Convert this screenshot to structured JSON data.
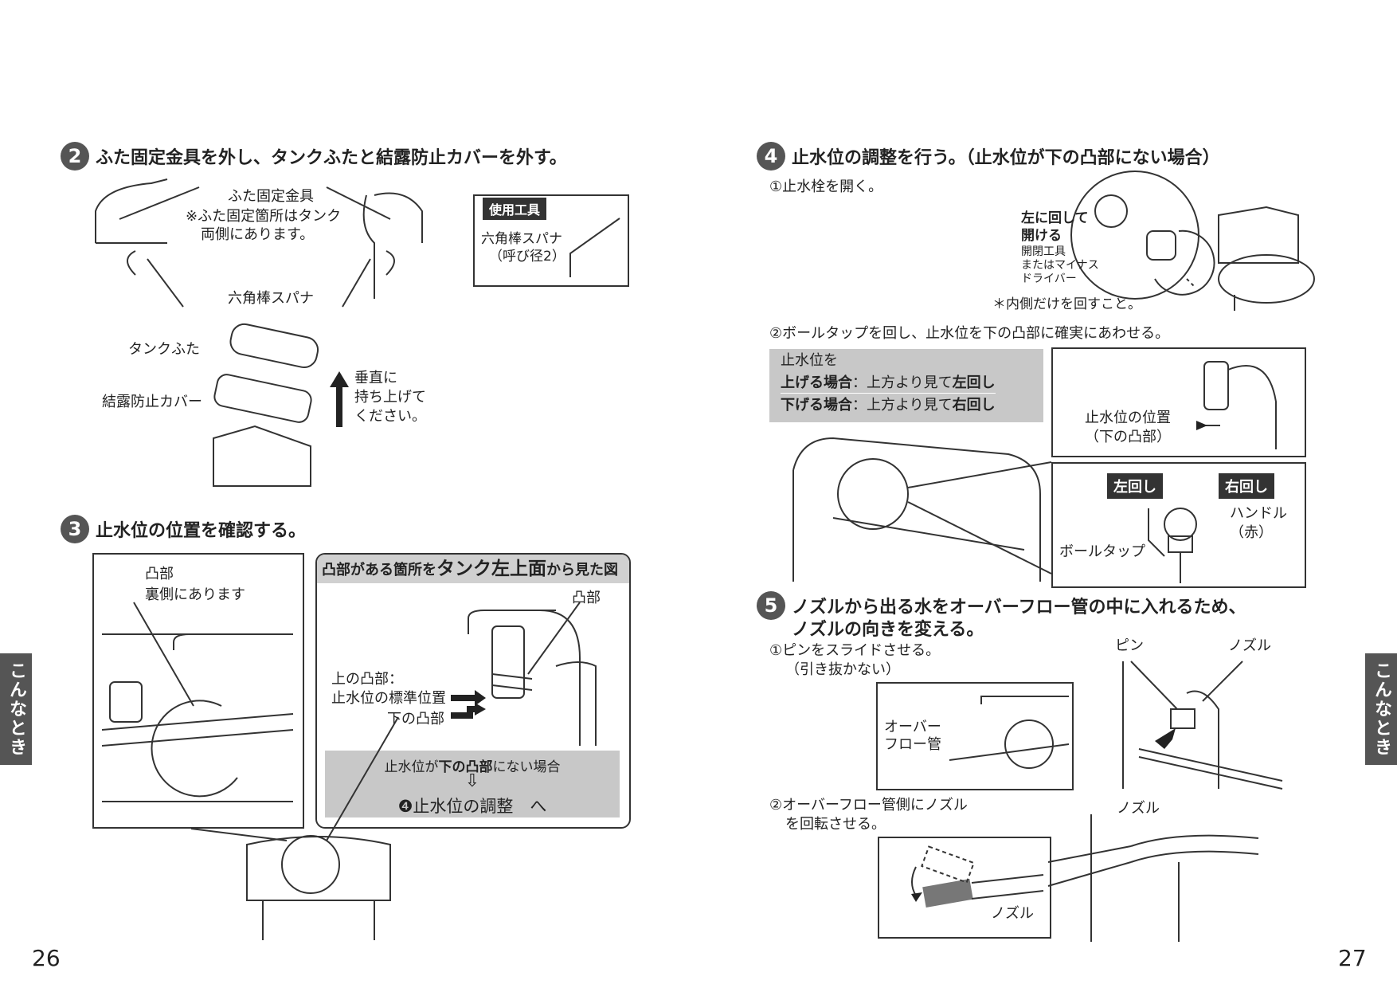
{
  "left_page": {
    "page_number": "26",
    "side_tab": "こんなときは",
    "step2": {
      "num": "2",
      "title": "ふた固定金具を外し、タンクふたと結露防止カバーを外す。",
      "label_fixture": "ふた固定金具",
      "label_note1": "※ふた固定箇所はタンク",
      "label_note2": "両側にあります。",
      "label_wrench": "六角棒スパナ",
      "tool_box_title": "使用工具",
      "tool_name1": "六角棒スパナ",
      "tool_name2": "（呼び径2）",
      "label_lid": "タンクふた",
      "label_cover": "結露防止カバー",
      "lift1": "垂直に",
      "lift2": "持ち上げて",
      "lift3": "ください。"
    },
    "step3": {
      "num": "3",
      "title": "止水位の位置を確認する。",
      "label_bump": "凸部",
      "label_back": "裏側にあります",
      "view_title_a": "凸部がある箇所を",
      "view_title_b": "タンク左上面",
      "view_title_c": "から見た図",
      "view_bump": "凸部",
      "upper1": "上の凸部：",
      "upper2": "止水位の標準位置",
      "lower": "下の凸部",
      "cond_a": "止水位が",
      "cond_b": "下の凸部",
      "cond_c": "にない場合",
      "arrow": "⇩",
      "go_num": "❹",
      "go_text": "止水位の調整　へ"
    }
  },
  "right_page": {
    "page_number": "27",
    "side_tab": "こんなときは",
    "step4": {
      "num": "4",
      "title": "止水位の調整を行う。（止水位が下の凸部にない場合）",
      "sub1": "①止水栓を開く。",
      "turn1": "左に回して",
      "turn2": "開ける",
      "tool1": "開閉工具",
      "tool2": "またはマイナス",
      "tool3": "ドライバー",
      "note": "＊内側だけを回すこと。",
      "sub2": "②ボールタップを回し、止水位を下の凸部に確実にあわせる。",
      "grey_l1": "止水位を",
      "grey_l2a": "上げる場合",
      "grey_l2b": "：上方より見て",
      "grey_l2c": "左回し",
      "grey_l3a": "下げる場合",
      "grey_l3b": "：上方より見て",
      "grey_l3c": "右回し",
      "pos1": "止水位の位置",
      "pos2": "（下の凸部）",
      "badge_left": "左回し",
      "badge_right": "右回し",
      "handle1": "ハンドル",
      "handle2": "（赤）",
      "balltap": "ボールタップ"
    },
    "step5": {
      "num": "5",
      "title1": "ノズルから出る水をオーバーフロー管の中に入れるため、",
      "title2": "ノズルの向きを変える。",
      "sub1a": "①ピンをスライドさせる。",
      "sub1b": "（引き抜かない）",
      "pin": "ピン",
      "nozzle": "ノズル",
      "overflow1": "オーバー",
      "overflow2": "フロー管",
      "sub2a": "②オーバーフロー管側にノズル",
      "sub2b": "を回転させる。",
      "nozzle2": "ノズル",
      "nozzle3": "ノズル"
    }
  }
}
